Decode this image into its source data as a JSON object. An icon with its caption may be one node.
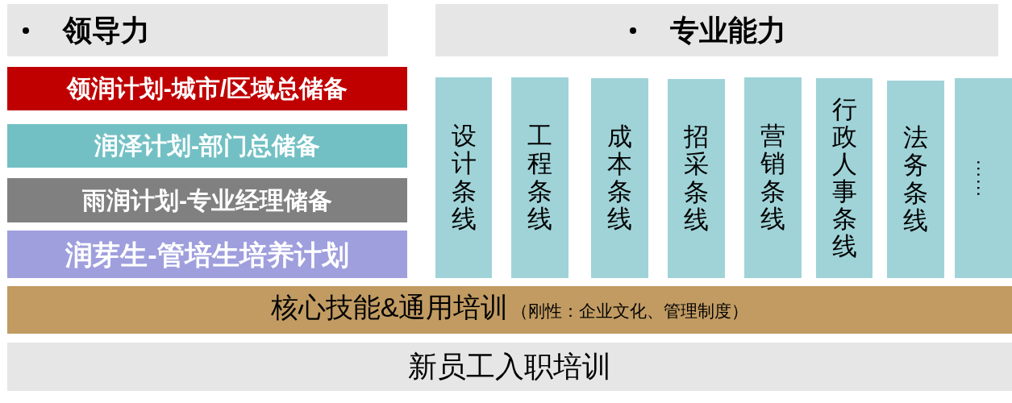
{
  "diagram": {
    "nodes": [
      {
        "text": [
          "领导力"
        ]
      },
      {
        "text": [
          "专业能力"
        ]
      },
      {
        "text": [
          "领润计划-城市/区域总储备"
        ]
      },
      {
        "text": [
          "润泽计划-部门总储备"
        ]
      },
      {
        "text": [
          "雨润计划-专业经理储备"
        ]
      },
      {
        "text": [
          "润芽生-管培生培养计划"
        ]
      },
      {
        "text": [
          "设计条线"
        ]
      },
      {
        "text": [
          "工程条线"
        ]
      },
      {
        "text": [
          "成本条线"
        ]
      },
      {
        "text": [
          "招采条线"
        ]
      },
      {
        "text": [
          "营销条线"
        ]
      },
      {
        "text": [
          "行政人事条线"
        ]
      },
      {
        "text": [
          "法务条线"
        ]
      },
      {
        "text": [
          "……"
        ]
      },
      {
        "text": [
          "核心技能&通用培训",
          "（刚性：企业文化、管理制度）"
        ]
      },
      {
        "text": [
          "新员工入职培训"
        ]
      }
    ]
  }
}
